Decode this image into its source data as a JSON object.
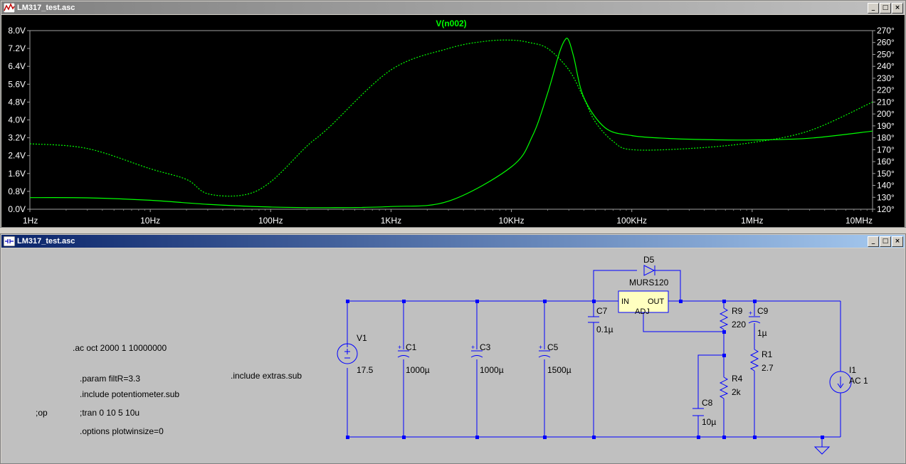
{
  "plot_window": {
    "title": "LM317_test.asc",
    "trace_label": "V(n002)",
    "colors": {
      "background": "#000000",
      "trace": "#00ff00",
      "grid": "#808080",
      "axis_text": "#ffffff"
    }
  },
  "schematic_window": {
    "title": "LM317_test.asc",
    "colors": {
      "background": "#c0c0c0",
      "wire": "#0000ff",
      "ic_fill": "#ffffc0"
    },
    "directives": {
      "ac": ".ac oct 2000 1 10000000",
      "param": ".param filtR=3.3",
      "include_pot": ".include potentiometer.sub",
      "op": ";op",
      "tran": ";tran 0 10 5 10u",
      "options": ".options plotwinsize=0",
      "include_extras": ".include extras.sub"
    },
    "components": {
      "V1": {
        "name": "V1",
        "value": "17.5"
      },
      "C1": {
        "name": "C1",
        "value": "1000µ"
      },
      "C3": {
        "name": "C3",
        "value": "1000µ"
      },
      "C5": {
        "name": "C5",
        "value": "1500µ"
      },
      "C7": {
        "name": "C7",
        "value": "0.1µ"
      },
      "D5": {
        "name": "D5",
        "value": "MURS120"
      },
      "U1": {
        "in": "IN",
        "out": "OUT",
        "adj": "ADJ"
      },
      "R9": {
        "name": "R9",
        "value": "220"
      },
      "C9": {
        "name": "C9",
        "value": "1µ"
      },
      "R1": {
        "name": "R1",
        "value": "2.7"
      },
      "R4": {
        "name": "R4",
        "value": "2k"
      },
      "C8": {
        "name": "C8",
        "value": "10µ"
      },
      "I1": {
        "name": "I1",
        "value": "AC 1"
      }
    }
  },
  "chart_data": {
    "type": "line",
    "title": "V(n002)",
    "x_scale": "log",
    "xlim": [
      1,
      10000000
    ],
    "x_ticks": [
      "1Hz",
      "10Hz",
      "100Hz",
      "1KHz",
      "10KHz",
      "100KHz",
      "1MHz",
      "10MHz"
    ],
    "y_left_ticks": [
      "0.0V",
      "0.8V",
      "1.6V",
      "2.4V",
      "3.2V",
      "4.0V",
      "4.8V",
      "5.6V",
      "6.4V",
      "7.2V",
      "8.0V"
    ],
    "y_left_lim": [
      0,
      8
    ],
    "y_right_ticks": [
      "120°",
      "130°",
      "140°",
      "150°",
      "160°",
      "170°",
      "180°",
      "190°",
      "200°",
      "210°",
      "220°",
      "230°",
      "240°",
      "250°",
      "260°",
      "270°"
    ],
    "y_right_lim": [
      120,
      270
    ],
    "grid": false,
    "series": [
      {
        "name": "V(n002)",
        "style": "solid",
        "axis": "left",
        "x": [
          1,
          3,
          10,
          30,
          100,
          300,
          1000,
          3000,
          10000,
          15000,
          20000,
          25000,
          28000,
          30000,
          33000,
          40000,
          60000,
          100000,
          200000,
          400000,
          1000000,
          3000000,
          10000000
        ],
        "values": [
          0.52,
          0.51,
          0.4,
          0.22,
          0.1,
          0.07,
          0.12,
          0.36,
          1.9,
          3.3,
          5.2,
          7.0,
          7.6,
          7.55,
          6.8,
          5.0,
          3.65,
          3.3,
          3.17,
          3.12,
          3.1,
          3.18,
          3.5
        ]
      },
      {
        "name": "V(n002)",
        "style": "dotted",
        "axis": "right",
        "x": [
          1,
          3,
          10,
          20,
          30,
          60,
          100,
          200,
          300,
          1000,
          3000,
          6000,
          10000,
          14000,
          20000,
          30000,
          40000,
          50000,
          70000,
          100000,
          300000,
          1000000,
          3000000,
          10000000
        ],
        "values": [
          175,
          171,
          154,
          145,
          133,
          132,
          143,
          173,
          188,
          237,
          255,
          261,
          262,
          260,
          255,
          237,
          213,
          193,
          177,
          170,
          171,
          176,
          186,
          210
        ]
      }
    ]
  }
}
